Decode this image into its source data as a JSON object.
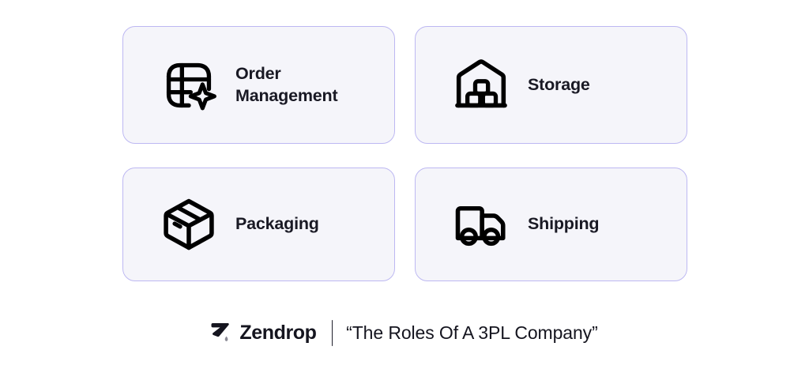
{
  "theme": {
    "page_background": "#ffffff",
    "card_background": "#f5f5fa",
    "card_border": "#bdb8f2",
    "icon_color": "#000000",
    "text_color": "#191924",
    "logo_droplet_color": "#8b8b96"
  },
  "cards": [
    {
      "label": "Order\nManagement",
      "icon": "order-management-grid-sparkle-icon"
    },
    {
      "label": "Storage",
      "icon": "warehouse-boxes-icon"
    },
    {
      "label": "Packaging",
      "icon": "package-box-icon"
    },
    {
      "label": "Shipping",
      "icon": "delivery-truck-icon"
    }
  ],
  "footer": {
    "brand_mark": "zendrop-logo-mark",
    "brand_name": "Zendrop",
    "divider": "vertical-divider",
    "quote": "“The Roles Of A 3PL Company”"
  }
}
